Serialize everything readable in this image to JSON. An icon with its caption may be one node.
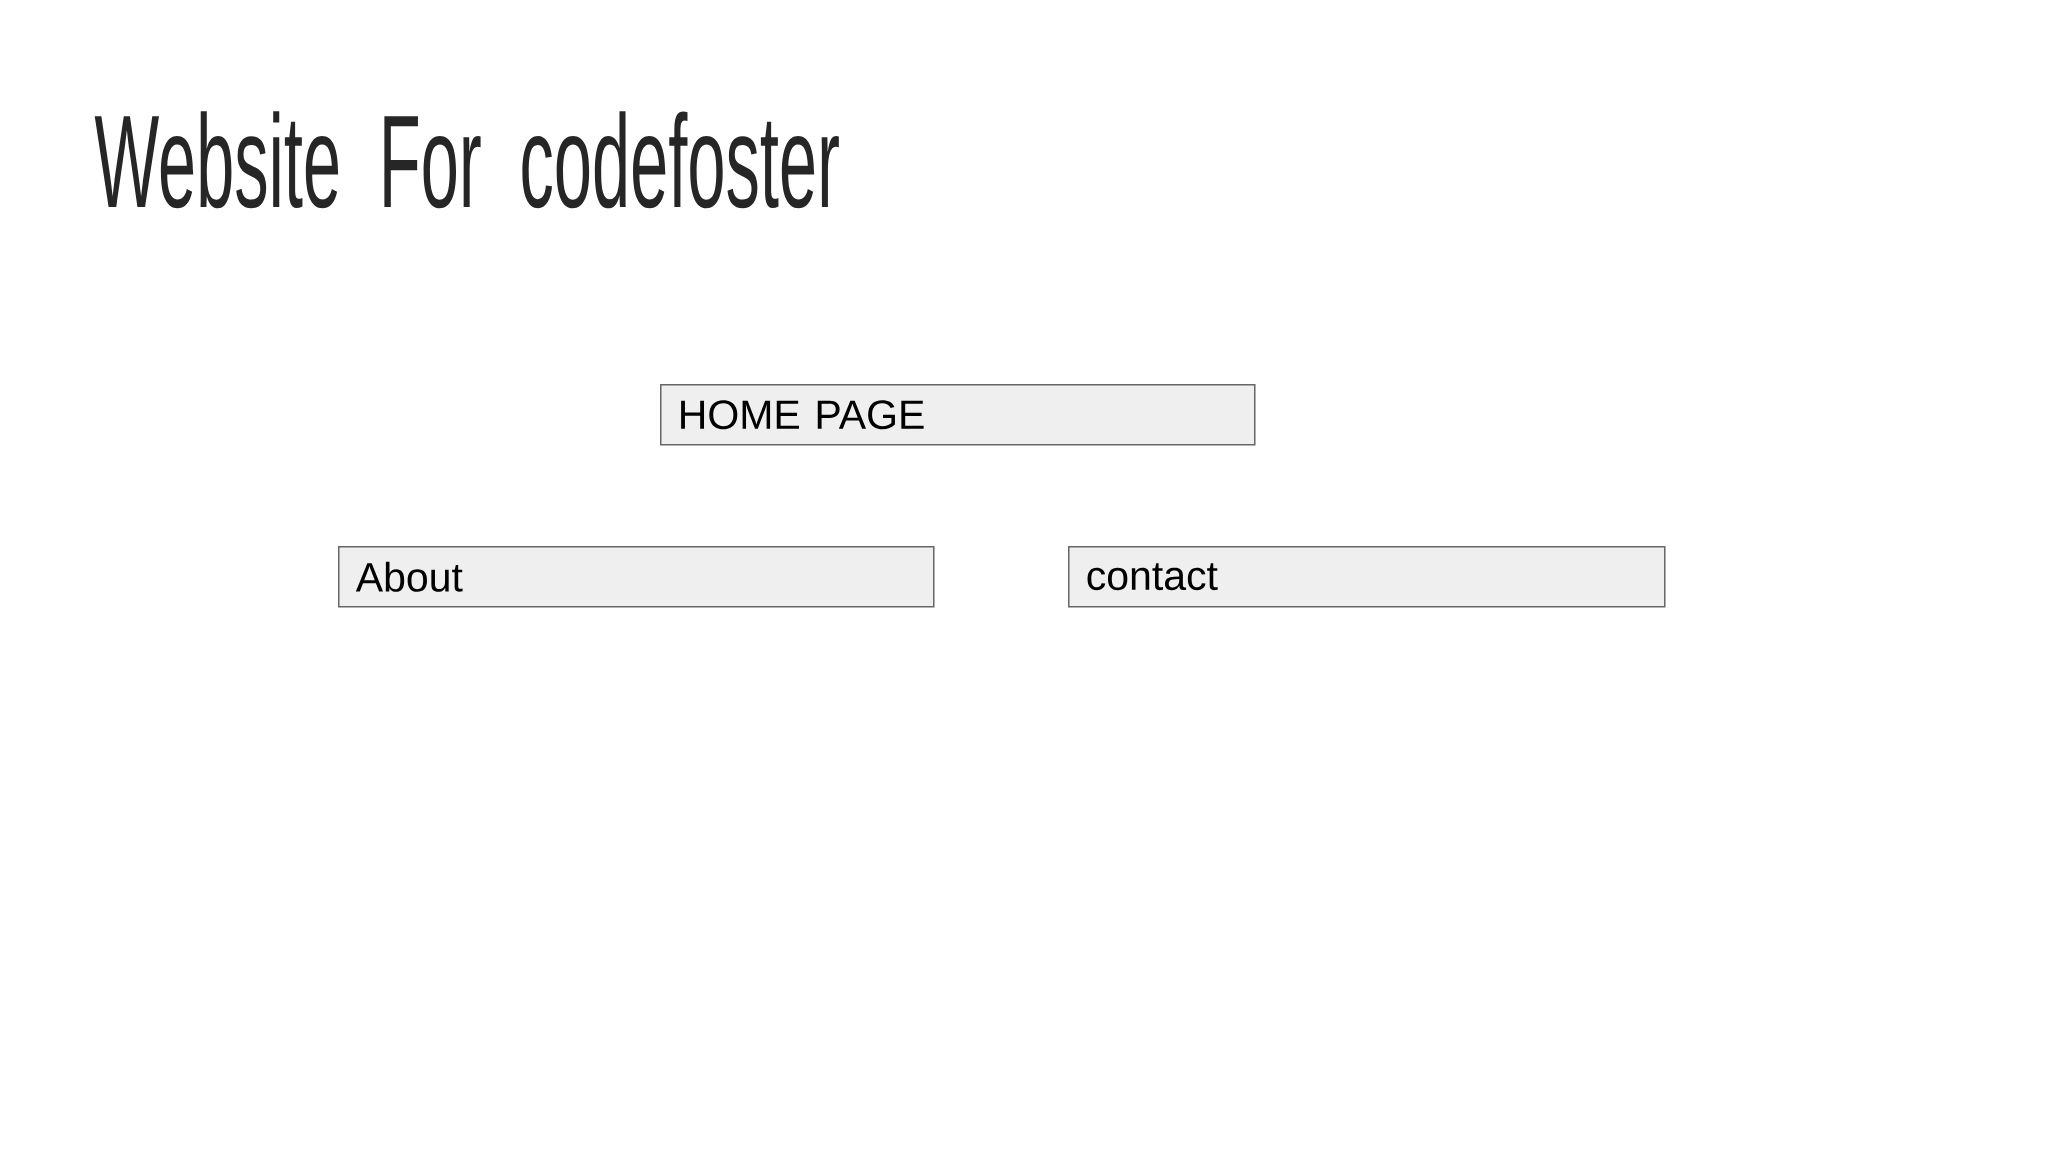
{
  "diagram": {
    "title": "Website For codefoster",
    "nodes": [
      {
        "text": [
          "HOME PAGE"
        ]
      },
      {
        "text": [
          "About"
        ]
      },
      {
        "text": [
          "contact"
        ]
      }
    ]
  }
}
